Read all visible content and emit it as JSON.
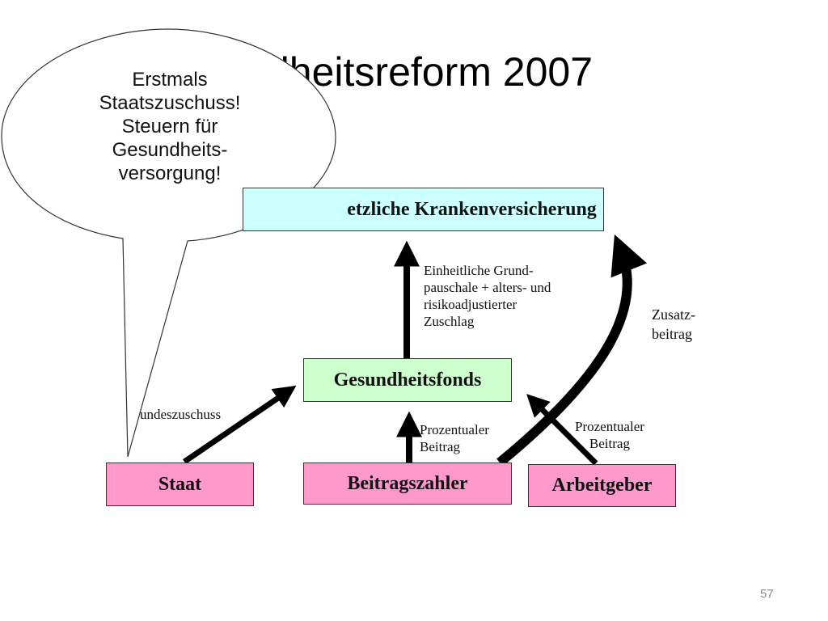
{
  "slide": {
    "title": "dheitsreform 2007",
    "page_number": "57"
  },
  "bubble": {
    "lines": [
      "Erstmals",
      "Staatszuschuss!",
      "Steuern für",
      "Gesundheits-",
      "versorgung!"
    ]
  },
  "boxes": {
    "gkv": "etzliche Krankenversicherung",
    "fonds": "Gesundheitsfonds",
    "staat": "Staat",
    "beitragszahler": "Beitragszahler",
    "arbeitgeber": "Arbeitgeber"
  },
  "labels": {
    "grundpauschale": [
      "Einheitliche Grund-",
      "pauschale + alters- und",
      "risikoadjustierter",
      "Zuschlag"
    ],
    "zusatzbeitrag": [
      "Zusatz-",
      "beitrag"
    ],
    "prozentual_beitragszahler": [
      "Prozentualer",
      "Beitrag"
    ],
    "prozentual_arbeitgeber": [
      "Prozentualer",
      "Beitrag"
    ],
    "bundeszuschuss": "undeszuschuss"
  },
  "colors": {
    "gkv_fill": "#ccffff",
    "fonds_fill": "#ccffcc",
    "payer_fill": "#ff99cc",
    "arrow": "#000000"
  }
}
